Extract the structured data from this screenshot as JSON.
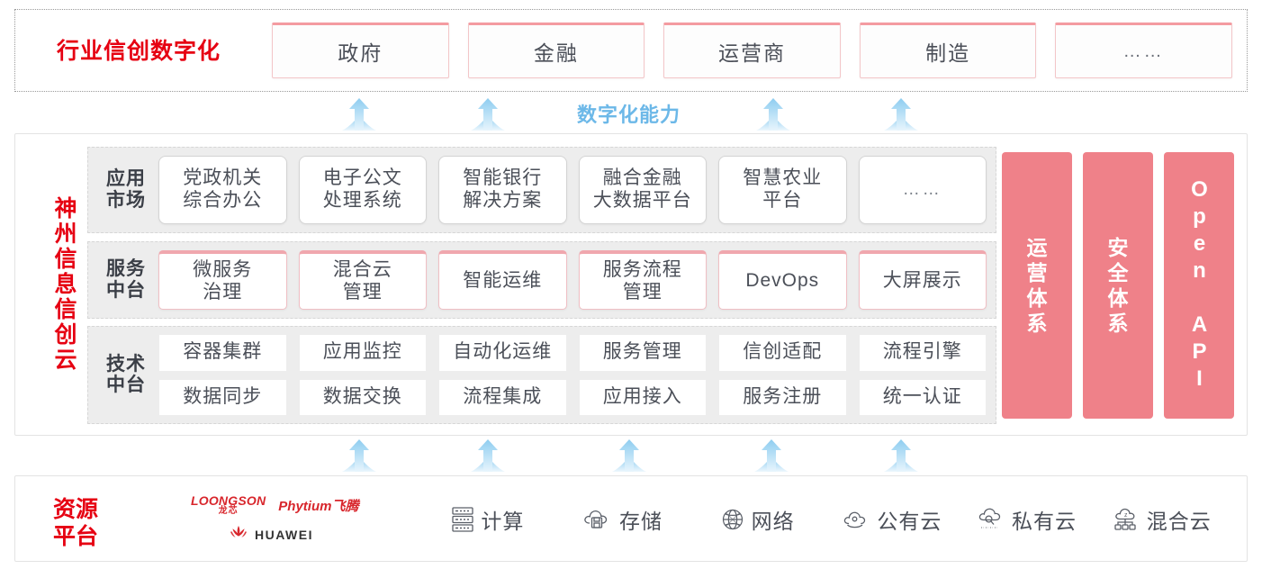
{
  "colors": {
    "red_title": "#e60012",
    "pink_pillar": "#ef8189",
    "pink_border": "#f0a7ae",
    "arrow_blue": "#a8d8f0",
    "capability_blue": "#6cb8e8",
    "band_gray": "#ededed",
    "text_gray": "#4b4f58"
  },
  "industry": {
    "title": "行业信创数字化",
    "cells": [
      {
        "label": "政府"
      },
      {
        "label": "金融"
      },
      {
        "label": "运营商"
      },
      {
        "label": "制造"
      },
      {
        "label": "……"
      }
    ]
  },
  "capability": {
    "label": "数字化能力",
    "arrow_count": 4
  },
  "cloud": {
    "title_chars": [
      "神",
      "州",
      "信",
      "息",
      "信",
      "创",
      "云"
    ],
    "rows": [
      {
        "name": "app-market",
        "label_lines": [
          "应用",
          "市场"
        ],
        "cells": [
          {
            "lines": [
              "党政机关",
              "综合办公"
            ]
          },
          {
            "lines": [
              "电子公文",
              "处理系统"
            ]
          },
          {
            "lines": [
              "智能银行",
              "解决方案"
            ]
          },
          {
            "lines": [
              "融合金融",
              "大数据平台"
            ]
          },
          {
            "lines": [
              "智慧农业",
              "平台"
            ]
          },
          {
            "lines": [
              "……"
            ],
            "dots": true
          }
        ]
      },
      {
        "name": "service-middle-platform",
        "label_lines": [
          "服务",
          "中台"
        ],
        "cells": [
          {
            "lines": [
              "微服务",
              "治理"
            ]
          },
          {
            "lines": [
              "混合云",
              "管理"
            ]
          },
          {
            "lines": [
              "智能运维"
            ]
          },
          {
            "lines": [
              "服务流程",
              "管理"
            ]
          },
          {
            "lines": [
              "DevOps"
            ]
          },
          {
            "lines": [
              "大屏展示"
            ]
          }
        ]
      },
      {
        "name": "tech-middle-platform",
        "label_lines": [
          "技术",
          "中台"
        ],
        "grid": [
          [
            "容器集群",
            "应用监控",
            "自动化运维",
            "服务管理",
            "信创适配",
            "流程引擎"
          ],
          [
            "数据同步",
            "数据交换",
            "流程集成",
            "应用接入",
            "服务注册",
            "统一认证"
          ]
        ]
      }
    ],
    "pillars": [
      {
        "type": "stack",
        "chars": [
          "运",
          "营",
          "体",
          "系"
        ],
        "label": "运营体系"
      },
      {
        "type": "stack",
        "chars": [
          "安",
          "全",
          "体",
          "系"
        ],
        "label": "安全体系"
      },
      {
        "type": "rotated",
        "label": "Open API"
      }
    ]
  },
  "bottom_arrows": {
    "count": 5
  },
  "resource": {
    "title_lines": [
      "资源",
      "平台"
    ],
    "logos": [
      {
        "name": "loongson",
        "en": "LOONGSON",
        "cn": "龙芯"
      },
      {
        "name": "phytium",
        "text": "Phytium飞腾"
      },
      {
        "name": "huawei",
        "text": "HUAWEI"
      }
    ],
    "items": [
      {
        "icon": "server-icon",
        "label": "计算"
      },
      {
        "icon": "cloud-storage-icon",
        "label": "存储"
      },
      {
        "icon": "network-globe-icon",
        "label": "网络"
      },
      {
        "icon": "public-cloud-icon",
        "label": "公有云"
      },
      {
        "icon": "private-cloud-icon",
        "label": "私有云"
      },
      {
        "icon": "hybrid-cloud-icon",
        "label": "混合云"
      }
    ]
  }
}
